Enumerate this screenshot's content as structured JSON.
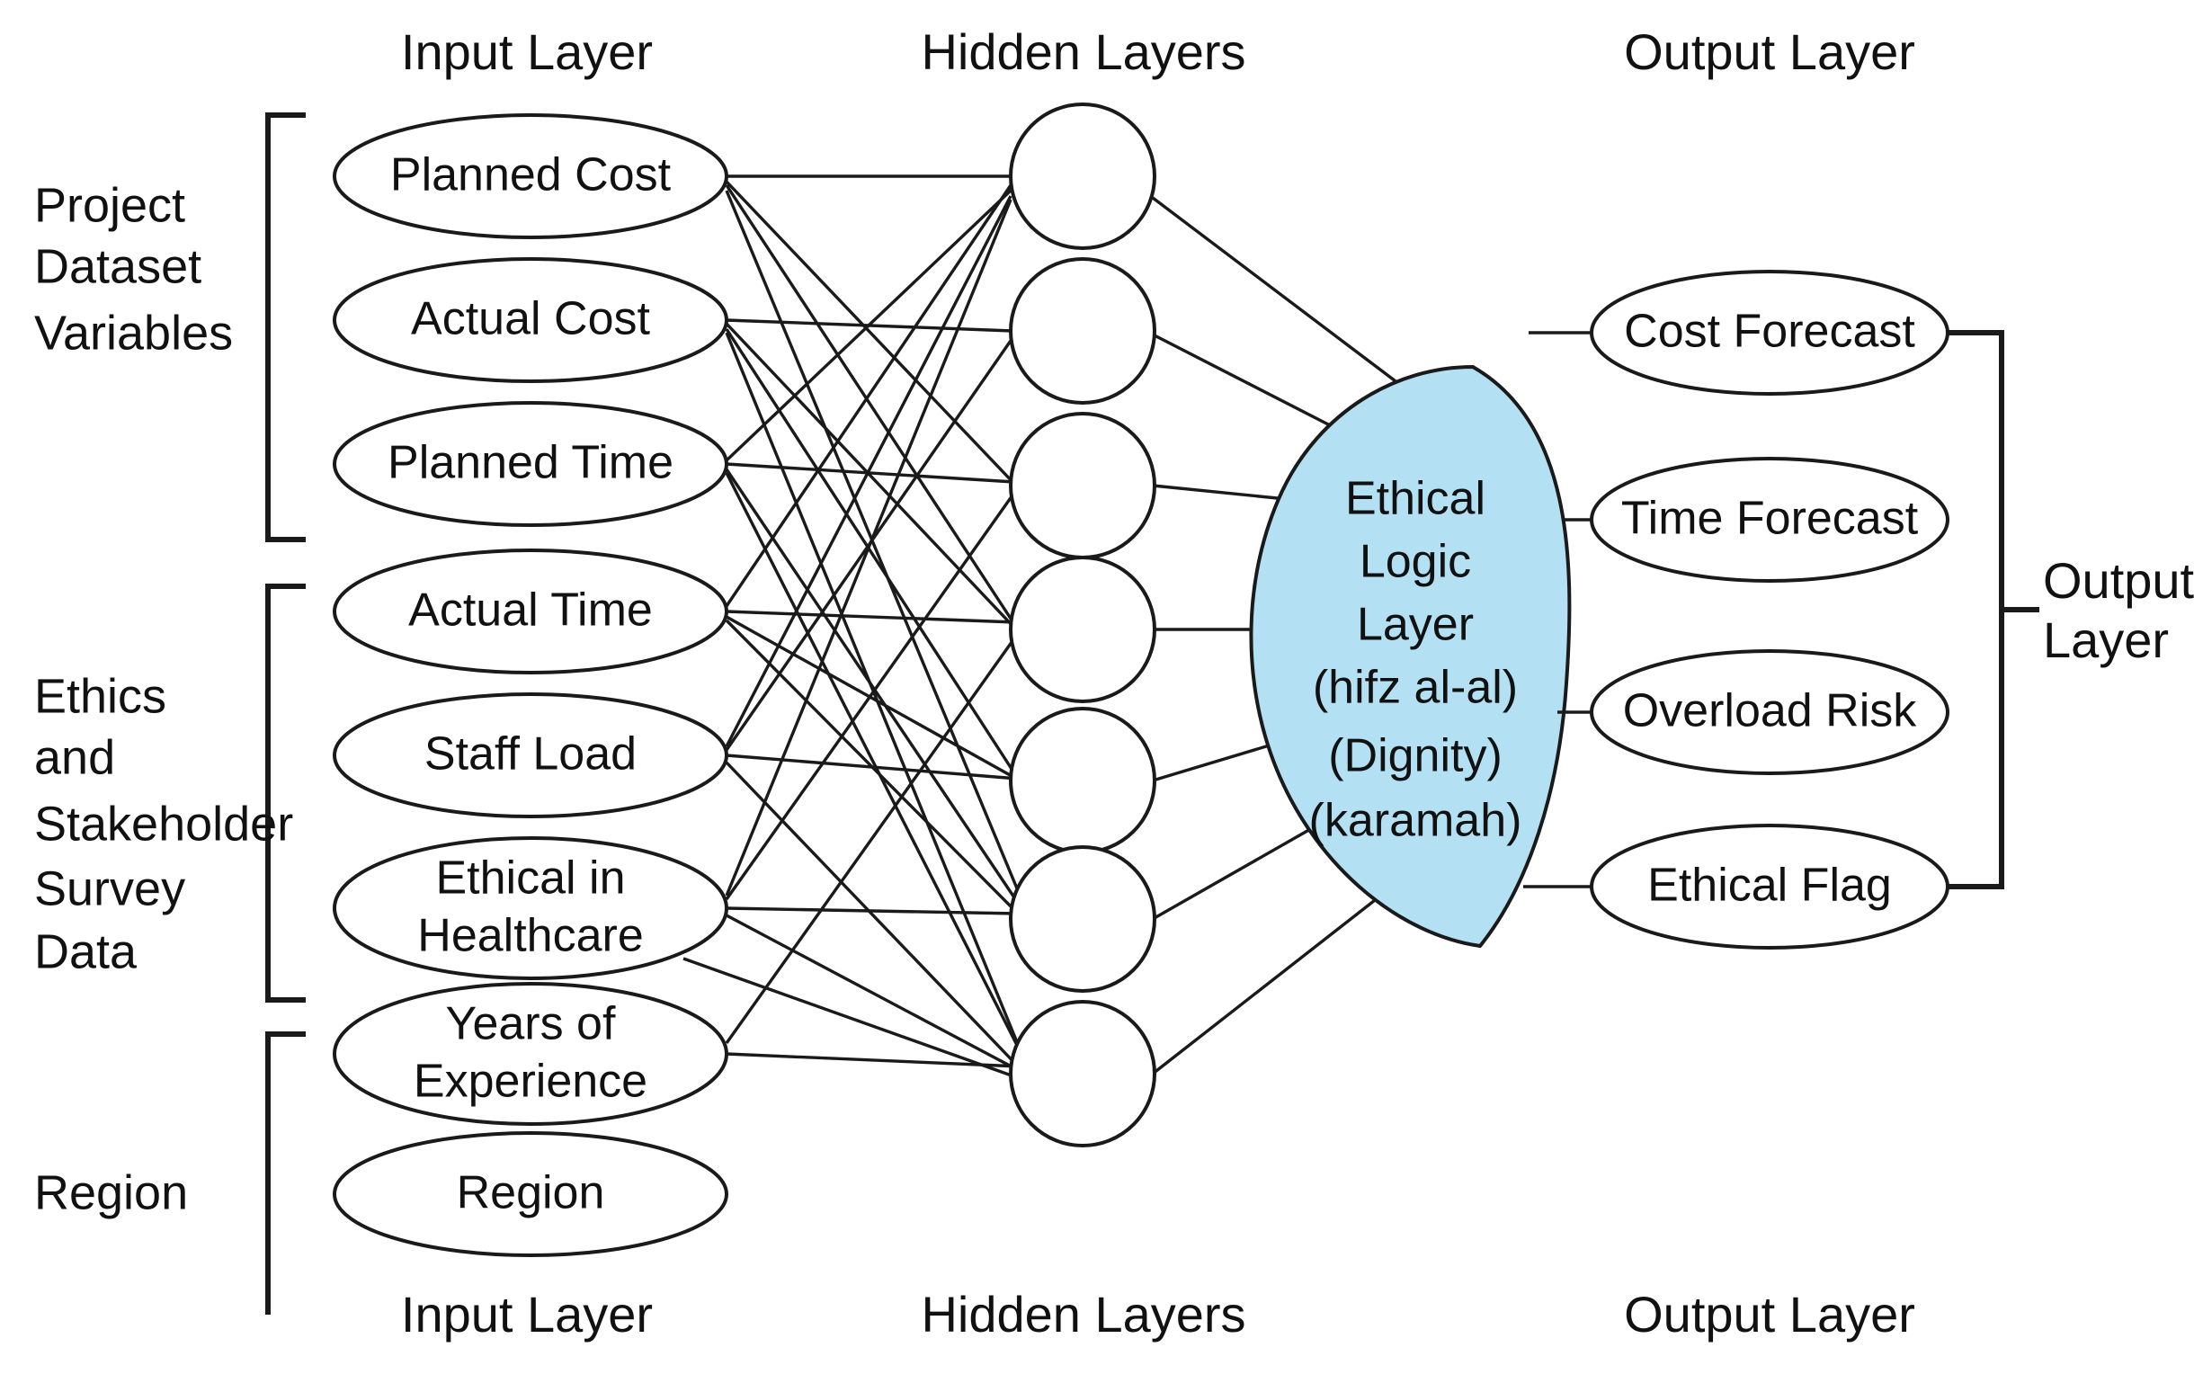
{
  "diagram": {
    "title": "Neural network architecture with ethical logic layer",
    "background_color": "#ffffff",
    "stroke_color": "#1a1a1a",
    "ethical_fill_color": "#b3e0f2"
  },
  "headers_top": {
    "input": "Input Layer",
    "hidden": "Hidden Layers",
    "output": "Output Layer"
  },
  "headers_bottom": {
    "input": "Input Layer",
    "hidden": "Hidden Layers",
    "output": "Output Layer"
  },
  "group_labels": [
    {
      "lines": [
        "Project",
        "Dataset",
        "Variables"
      ]
    },
    {
      "lines": [
        "Ethics",
        "and",
        "Stakeholder",
        "Survey",
        "Data"
      ]
    },
    {
      "lines": [
        "Region"
      ]
    }
  ],
  "input_nodes": [
    {
      "label": "Planned Cost",
      "lines": [
        "Planned Cost"
      ]
    },
    {
      "label": "Actual Cost",
      "lines": [
        "Actual Cost"
      ]
    },
    {
      "label": "Planned Time",
      "lines": [
        "Planned Time"
      ]
    },
    {
      "label": "Actual Time",
      "lines": [
        "Actual Time"
      ]
    },
    {
      "label": "Staff Load",
      "lines": [
        "Staff Load"
      ]
    },
    {
      "label": "Ethical in Healthcare",
      "lines": [
        "Ethical in",
        "Healthcare"
      ]
    },
    {
      "label": "Years of Experience",
      "lines": [
        "Years of",
        "Experience"
      ]
    },
    {
      "label": "Region",
      "lines": [
        "Region"
      ]
    }
  ],
  "hidden_nodes": [
    {
      "label": ""
    },
    {
      "label": ""
    },
    {
      "label": ""
    },
    {
      "label": ""
    },
    {
      "label": ""
    },
    {
      "label": ""
    },
    {
      "label": ""
    }
  ],
  "ethical_layer": {
    "lines": [
      "Ethical",
      "Logic",
      "Layer",
      "(hifz al-al)",
      "(Dignity)",
      "(karamah)"
    ]
  },
  "output_nodes": [
    {
      "label": "Cost Forecast"
    },
    {
      "label": "Time Forecast"
    },
    {
      "label": "Overload Risk"
    },
    {
      "label": "Ethical Flag"
    }
  ],
  "right_bracket_label": {
    "lines": [
      "Output",
      "Layer"
    ]
  }
}
